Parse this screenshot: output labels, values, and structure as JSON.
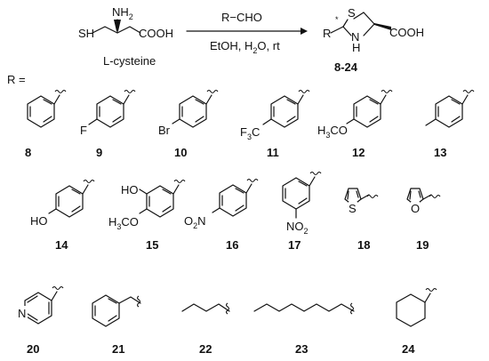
{
  "reaction": {
    "reactant_name": "L-cysteine",
    "reactant_sh": "SH",
    "reactant_nh2": "NH",
    "reactant_nh2_sub": "2",
    "reactant_cooh": "COOH",
    "reagent": "R−CHO",
    "conditions": "EtOH, H",
    "conditions_sub": "2",
    "conditions_tail": "O, rt",
    "product_s": "S",
    "product_r": "R",
    "product_star": "*",
    "product_n": "N",
    "product_h": "H",
    "product_cooh": "COOH",
    "product_label": "8-24"
  },
  "r_header": "R =",
  "substituents": [
    {
      "id": "8",
      "label": "8"
    },
    {
      "id": "9",
      "label": "9",
      "atom": "F"
    },
    {
      "id": "10",
      "label": "10",
      "atom": "Br"
    },
    {
      "id": "11",
      "label": "11",
      "atom": "F",
      "atom_sub": "3",
      "atom_tail": "C"
    },
    {
      "id": "12",
      "label": "12",
      "atom": "H",
      "atom_sub": "3",
      "atom_tail": "CO"
    },
    {
      "id": "13",
      "label": "13"
    },
    {
      "id": "14",
      "label": "14",
      "atom": "HO"
    },
    {
      "id": "15",
      "label": "15",
      "atom": "HO",
      "atom2": "H",
      "atom2_sub": "3",
      "atom2_tail": "CO"
    },
    {
      "id": "16",
      "label": "16",
      "atom": "O",
      "atom_sub": "2",
      "atom_tail": "N"
    },
    {
      "id": "17",
      "label": "17",
      "atom": "NO",
      "atom_sub": "2"
    },
    {
      "id": "18",
      "label": "18",
      "atom": "S"
    },
    {
      "id": "19",
      "label": "19",
      "atom": "O"
    },
    {
      "id": "20",
      "label": "20",
      "atom": "N"
    },
    {
      "id": "21",
      "label": "21"
    },
    {
      "id": "22",
      "label": "22"
    },
    {
      "id": "23",
      "label": "23"
    },
    {
      "id": "24",
      "label": "24"
    }
  ]
}
